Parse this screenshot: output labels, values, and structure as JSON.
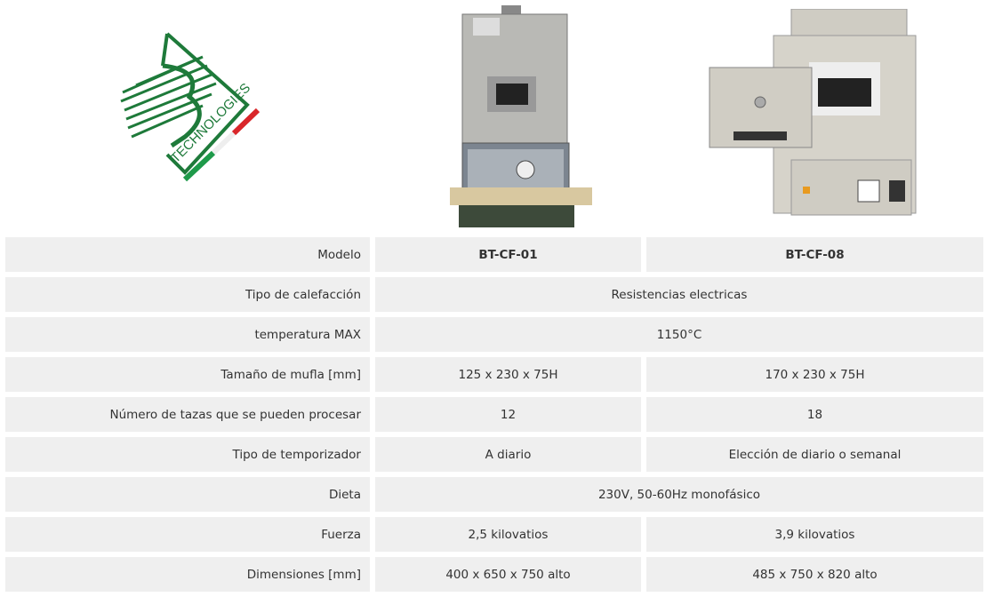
{
  "logo": {
    "text": "TECHNOLOGIES",
    "colors": {
      "green": "#1e7a3a",
      "red": "#d9262a"
    }
  },
  "products": [
    {
      "model": "BT-CF-01"
    },
    {
      "model": "BT-CF-08"
    }
  ],
  "table": {
    "rows": [
      {
        "label": "Modelo",
        "values": [
          "BT-CF-01",
          "BT-CF-08"
        ],
        "bold": true
      },
      {
        "label": "Tipo de calefacción",
        "merged": "Resistencias electricas"
      },
      {
        "label": "temperatura MAX",
        "merged": "1150°C"
      },
      {
        "label": "Tamaño de mufla [mm]",
        "values": [
          "125 x 230 x 75H",
          "170 x 230 x 75H"
        ]
      },
      {
        "label": "Número de tazas que se pueden procesar",
        "values": [
          "12",
          "18"
        ]
      },
      {
        "label": "Tipo de temporizador",
        "values": [
          "A diario",
          "Elección de diario o semanal"
        ]
      },
      {
        "label": "Dieta",
        "merged": "230V, 50-60Hz monofásico"
      },
      {
        "label": "Fuerza",
        "values": [
          "2,5 kilovatios",
          "3,9 kilovatios"
        ]
      },
      {
        "label": "Dimensiones [mm]",
        "values": [
          "400 x 650 x 750 alto",
          "485 x 750 x 820 alto"
        ]
      }
    ]
  }
}
